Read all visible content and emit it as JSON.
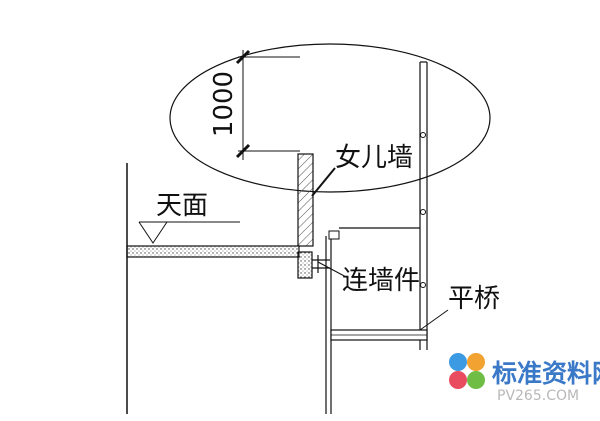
{
  "drawing": {
    "dimension_value": "1000",
    "labels": {
      "parapet": "女儿墙",
      "roof": "天面",
      "wall_tie": "连墙件",
      "flat_bridge": "平桥"
    },
    "line_color": "#1a1a1a",
    "hatch_color": "#555555"
  },
  "watermark": {
    "title": "标准资料网",
    "url": "PV265.COM",
    "title_color": "#3a78c8",
    "url_color": "#b8b8b8"
  }
}
